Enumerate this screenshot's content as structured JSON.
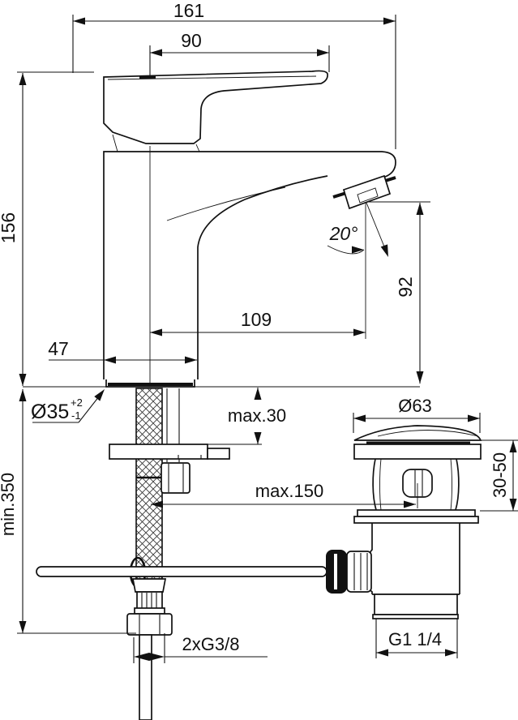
{
  "diagram": {
    "type": "technical-drawing",
    "subject": "single-lever basin mixer tap with pop-up waste, dimensioned side elevation",
    "labels": {
      "overall_width": "161",
      "handle_length": "90",
      "total_height": "156",
      "spout_angle": "20°",
      "outlet_height": "92",
      "spout_reach": "109",
      "base_depth": "47",
      "mount_hole_dia": "Ø35",
      "mount_hole_tol_plus": "+2",
      "mount_hole_tol_minus": "-1",
      "deck_thickness_max": "max.30",
      "rod_reach_max": "max.150",
      "hose_length_min": "min.350",
      "waste_cap_dia": "Ø63",
      "waste_adjust_range": "30-50",
      "inlet_thread": "2xG3/8",
      "waste_thread": "G1 1/4"
    }
  }
}
